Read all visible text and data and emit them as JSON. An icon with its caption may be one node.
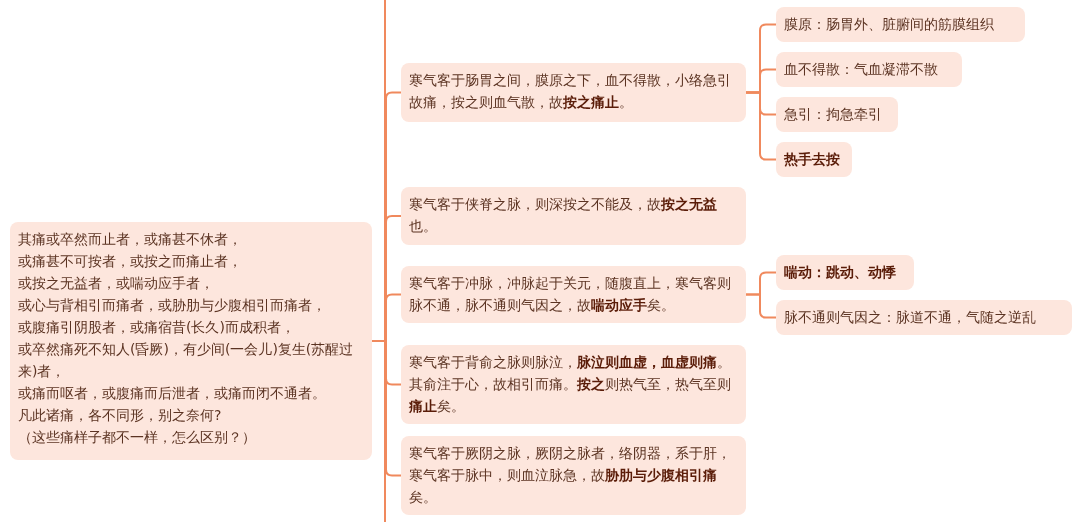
{
  "diagram": {
    "nodes": [
      {
        "text": [
          "其痛或卒然而止者，或痛甚不休者，",
          "或痛甚不可按者，或按之而痛止者，",
          "或按之无益者，或喘动应手者，",
          "或心与背相引而痛者，或胁肋与少腹相引而痛者，",
          "或腹痛引阴股者，或痛宿昔(长久)而成积者，",
          "或卒然痛死不知人(昏厥)，有少间(一会儿)复生(苏醒过来)者，",
          "或痛而呕者，或腹痛而后泄者，或痛而闭不通者。",
          "凡此诸痛，各不同形，别之奈何?",
          "（这些痛样子都不一样，怎么区别？）"
        ]
      },
      {
        "text": [
          "寒气客于肠胃之间，膜原之下，血不得散，小络急引故痛，按之则血气散，故**按之痛止**。"
        ]
      },
      {
        "text": [
          "寒气客于侠脊之脉，则深按之不能及，故**按之无益**也。"
        ]
      },
      {
        "text": [
          "寒气客于冲脉，冲脉起于关元，随腹直上，寒气客则脉不通，脉不通则气因之，故**喘动应手**矣。"
        ]
      },
      {
        "text": [
          "寒气客于背俞之脉则脉泣，**脉泣则血虚，血虚则痛**。其俞注于心，故相引而痛。**按之**则热气至，热气至则**痛止**矣。"
        ]
      },
      {
        "text": [
          "寒气客于厥阴之脉，厥阴之脉者，络阴器，系于肝，寒气客于脉中，则血泣脉急，故**胁肋与少腹相引痛**矣。"
        ]
      },
      {
        "text": [
          "膜原：肠胃外、脏腑间的筋膜组织"
        ]
      },
      {
        "text": [
          "血不得散：气血凝滞不散"
        ]
      },
      {
        "text": [
          "急引：拘急牵引"
        ]
      },
      {
        "text": [
          "热手去按"
        ]
      },
      {
        "text": [
          "喘动：跳动、动悸"
        ]
      },
      {
        "text": [
          "脉不通则气因之：脉道不通，气随之逆乱"
        ]
      }
    ],
    "edges": [
      {
        "from": 0,
        "to": 1,
        "arrow": "none"
      },
      {
        "from": 0,
        "to": 2,
        "arrow": "none"
      },
      {
        "from": 0,
        "to": 3,
        "arrow": "none"
      },
      {
        "from": 0,
        "to": 4,
        "arrow": "none"
      },
      {
        "from": 0,
        "to": 5,
        "arrow": "none"
      },
      {
        "from": 1,
        "to": 6,
        "arrow": "none"
      },
      {
        "from": 1,
        "to": 7,
        "arrow": "none"
      },
      {
        "from": 1,
        "to": 8,
        "arrow": "none"
      },
      {
        "from": 1,
        "to": 9,
        "arrow": "none"
      },
      {
        "from": 3,
        "to": 10,
        "arrow": "none"
      },
      {
        "from": 3,
        "to": 11,
        "arrow": "none"
      }
    ]
  }
}
